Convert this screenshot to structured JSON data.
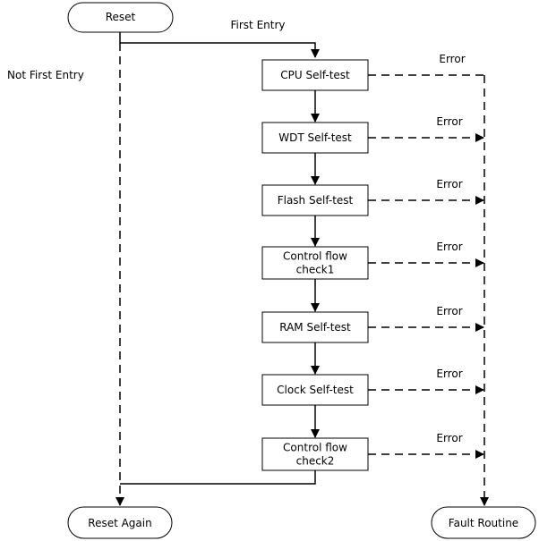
{
  "terminals": {
    "start": "Reset",
    "reset_again": "Reset Again",
    "fault": "Fault Routine"
  },
  "edge_labels": {
    "first_entry": "First Entry",
    "not_first_entry": "Not First Entry",
    "error": "Error"
  },
  "steps": [
    {
      "lines": [
        "CPU Self-test"
      ]
    },
    {
      "lines": [
        "WDT Self-test"
      ]
    },
    {
      "lines": [
        "Flash Self-test"
      ]
    },
    {
      "lines": [
        "Control flow",
        "check1"
      ]
    },
    {
      "lines": [
        "RAM Self-test"
      ]
    },
    {
      "lines": [
        "Clock Self-test"
      ]
    },
    {
      "lines": [
        "Control flow",
        "check2"
      ]
    }
  ],
  "colors": {
    "stroke": "#000000",
    "fill": "#ffffff",
    "text": "#000000"
  }
}
